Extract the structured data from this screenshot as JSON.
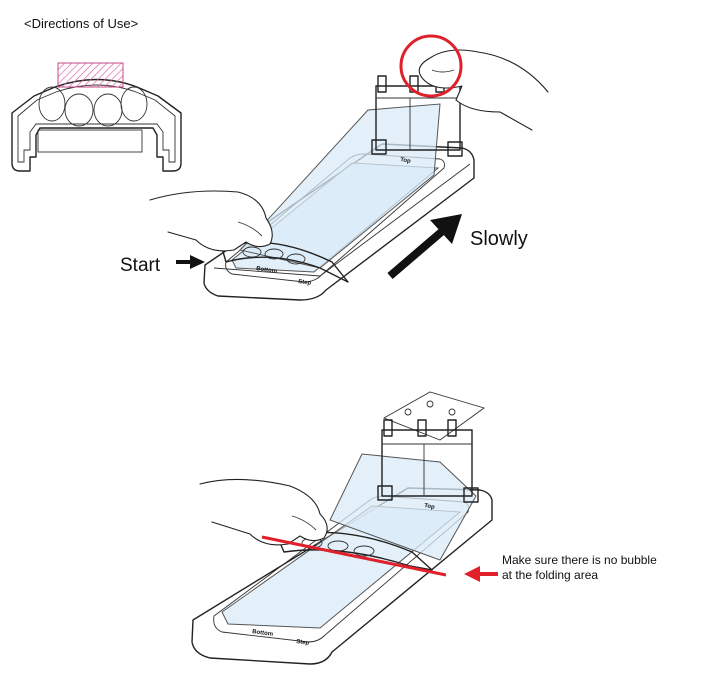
{
  "title": "<Directions of Use>",
  "step1": {
    "start_label": "Start",
    "slowly_label": "Slowly",
    "tray_labels": [
      "Top",
      "Bottom",
      "Step"
    ]
  },
  "step2": {
    "note_line1": "Make sure there is no bubble",
    "note_line2": "at the folding area",
    "tray_labels": [
      "Top",
      "Bottom",
      "Step"
    ]
  },
  "colors": {
    "highlight_red": "#e0202a",
    "film_blue": "#d9ebf7",
    "hatch_pink": "#d86aa0",
    "arrow_black": "#111111"
  }
}
